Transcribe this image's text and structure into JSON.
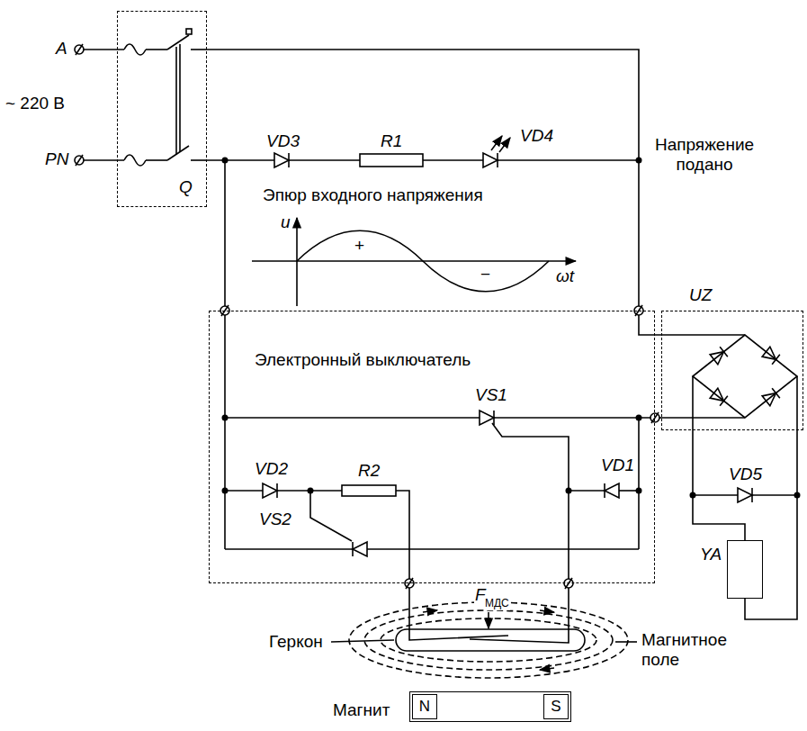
{
  "diagram": {
    "nodes": [
      {
        "text": [
          "Q"
        ]
      },
      {
        "text": [
          "Электронный выключатель"
        ]
      },
      {
        "text": [
          "UZ"
        ]
      },
      {
        "text": [
          "YA"
        ]
      },
      {
        "text": [
          "N",
          "S"
        ]
      }
    ],
    "edges": [
      {
        "from": 0,
        "to": 1,
        "arrow": "none"
      },
      {
        "from": 0,
        "to": 2,
        "arrow": "none"
      },
      {
        "from": 1,
        "to": 2,
        "arrow": "none"
      },
      {
        "from": 2,
        "to": 3,
        "arrow": "none"
      },
      {
        "from": 2,
        "to": 3,
        "arrow": "none"
      }
    ],
    "labels": [
      "A",
      "~ 220 В",
      "PN",
      "VD3",
      "R1",
      "VD4",
      "Напряжение подано",
      "Эпюр входного напряжения",
      "u",
      "+",
      "ωt",
      "−",
      "VS1",
      "VD2",
      "R2",
      "VD1",
      "VS2",
      "VD5",
      "F",
      "МДС",
      "Геркон",
      "Магнитное поле",
      "Магнит"
    ]
  }
}
